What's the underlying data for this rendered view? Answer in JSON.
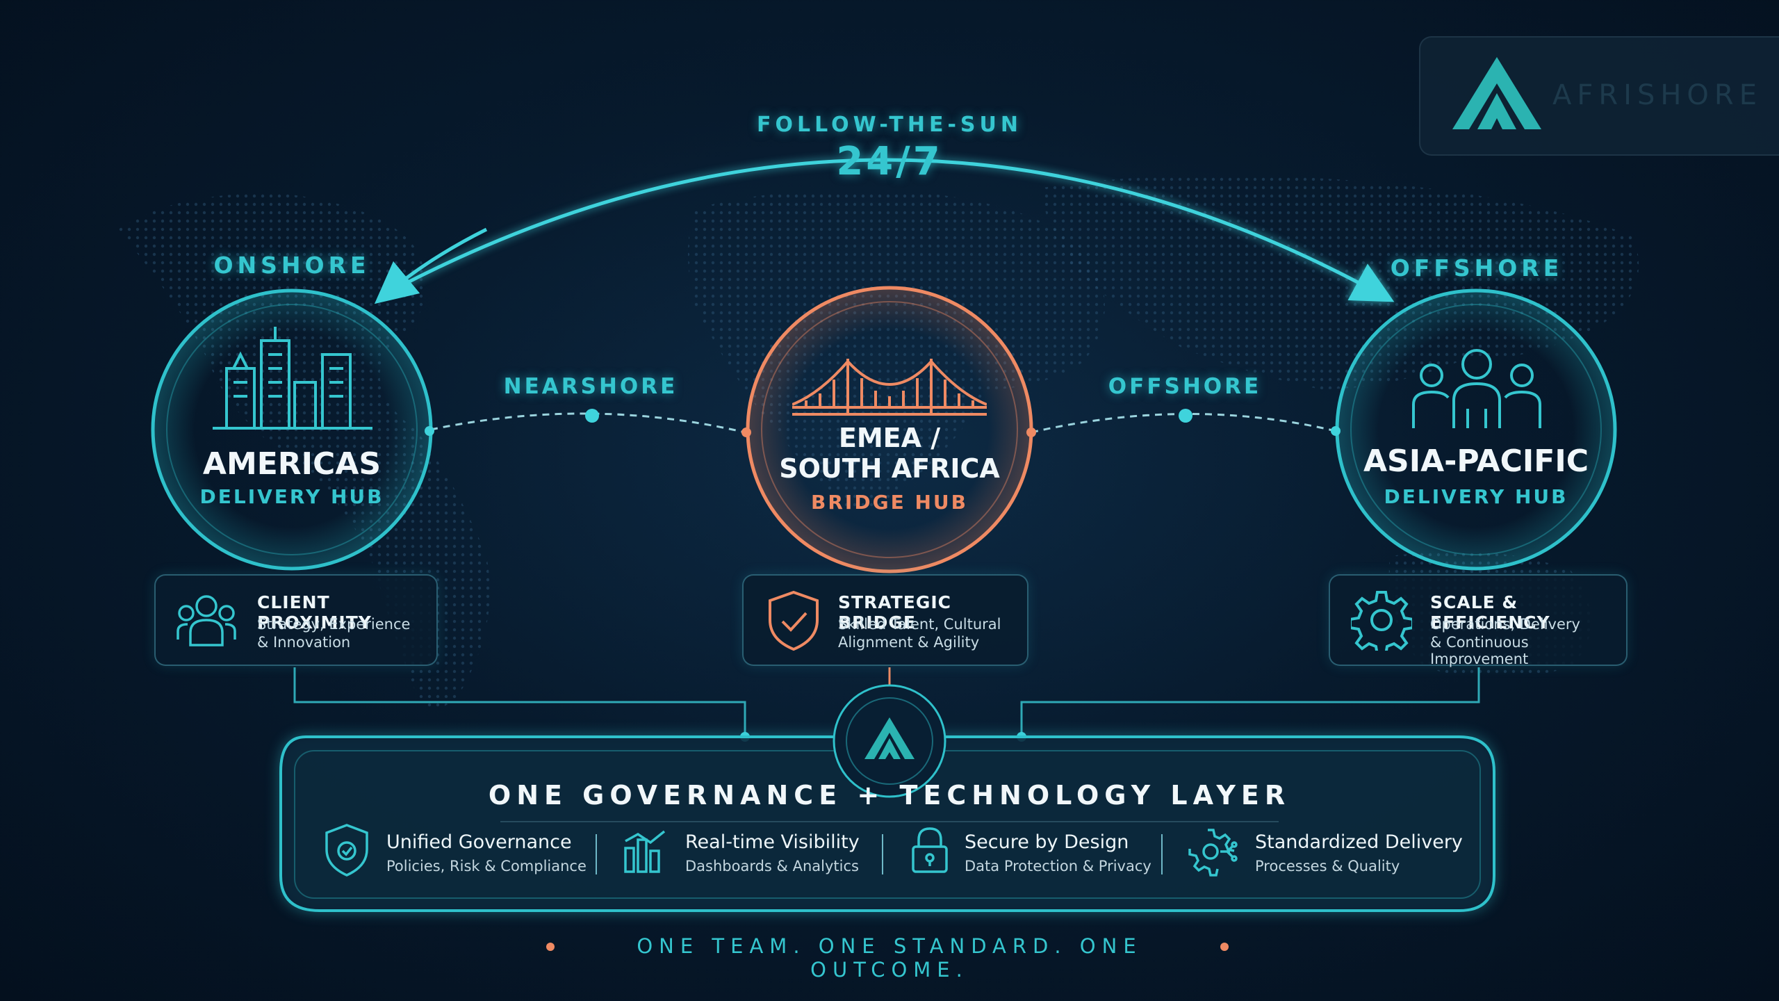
{
  "brand": {
    "name": "AFRISHORE",
    "accent": "#2bb3b1",
    "orange": "#ef8a63",
    "teal": "#35c6cf"
  },
  "header": {
    "tagline": "FOLLOW-THE-SUN",
    "hours": "24/7"
  },
  "labels": {
    "onshore": "ONSHORE",
    "nearshore": "NEARSHORE",
    "offshore_mid": "OFFSHORE",
    "offshore_right": "OFFSHORE"
  },
  "hubs": [
    {
      "title": "AMERICAS",
      "subtitle": "DELIVERY HUB",
      "icon": "city-skyline-icon"
    },
    {
      "title_line1": "EMEA /",
      "title_line2": "SOUTH AFRICA",
      "subtitle": "BRIDGE HUB",
      "icon": "bridge-icon"
    },
    {
      "title": "ASIA-PACIFIC",
      "subtitle": "DELIVERY HUB",
      "icon": "people-group-icon"
    }
  ],
  "cards": [
    {
      "title": "CLIENT PROXIMITY",
      "line1": "Strategy, Experience",
      "line2": "& Innovation",
      "icon": "users-icon"
    },
    {
      "title": "STRATEGIC BRIDGE",
      "line1": "Skilled Talent, Cultural",
      "line2": "Alignment & Agility",
      "icon": "shield-check-icon"
    },
    {
      "title": "SCALE & EFFICIENCY",
      "line1": "Operations, Delivery",
      "line2": "& Continuous Improvement",
      "icon": "gear-icon"
    }
  ],
  "governance": {
    "title": "ONE GOVERNANCE + TECHNOLOGY LAYER",
    "features": [
      {
        "title": "Unified Governance",
        "subtitle": "Policies, Risk & Compliance",
        "icon": "shield-check-icon"
      },
      {
        "title": "Real-time Visibility",
        "subtitle": "Dashboards & Analytics",
        "icon": "bar-chart-icon"
      },
      {
        "title": "Secure by Design",
        "subtitle": "Data Protection & Privacy",
        "icon": "lock-icon"
      },
      {
        "title": "Standardized Delivery",
        "subtitle": "Processes & Quality",
        "icon": "gear-circuit-icon"
      }
    ]
  },
  "footer": {
    "slogan": "ONE TEAM. ONE STANDARD. ONE OUTCOME."
  }
}
